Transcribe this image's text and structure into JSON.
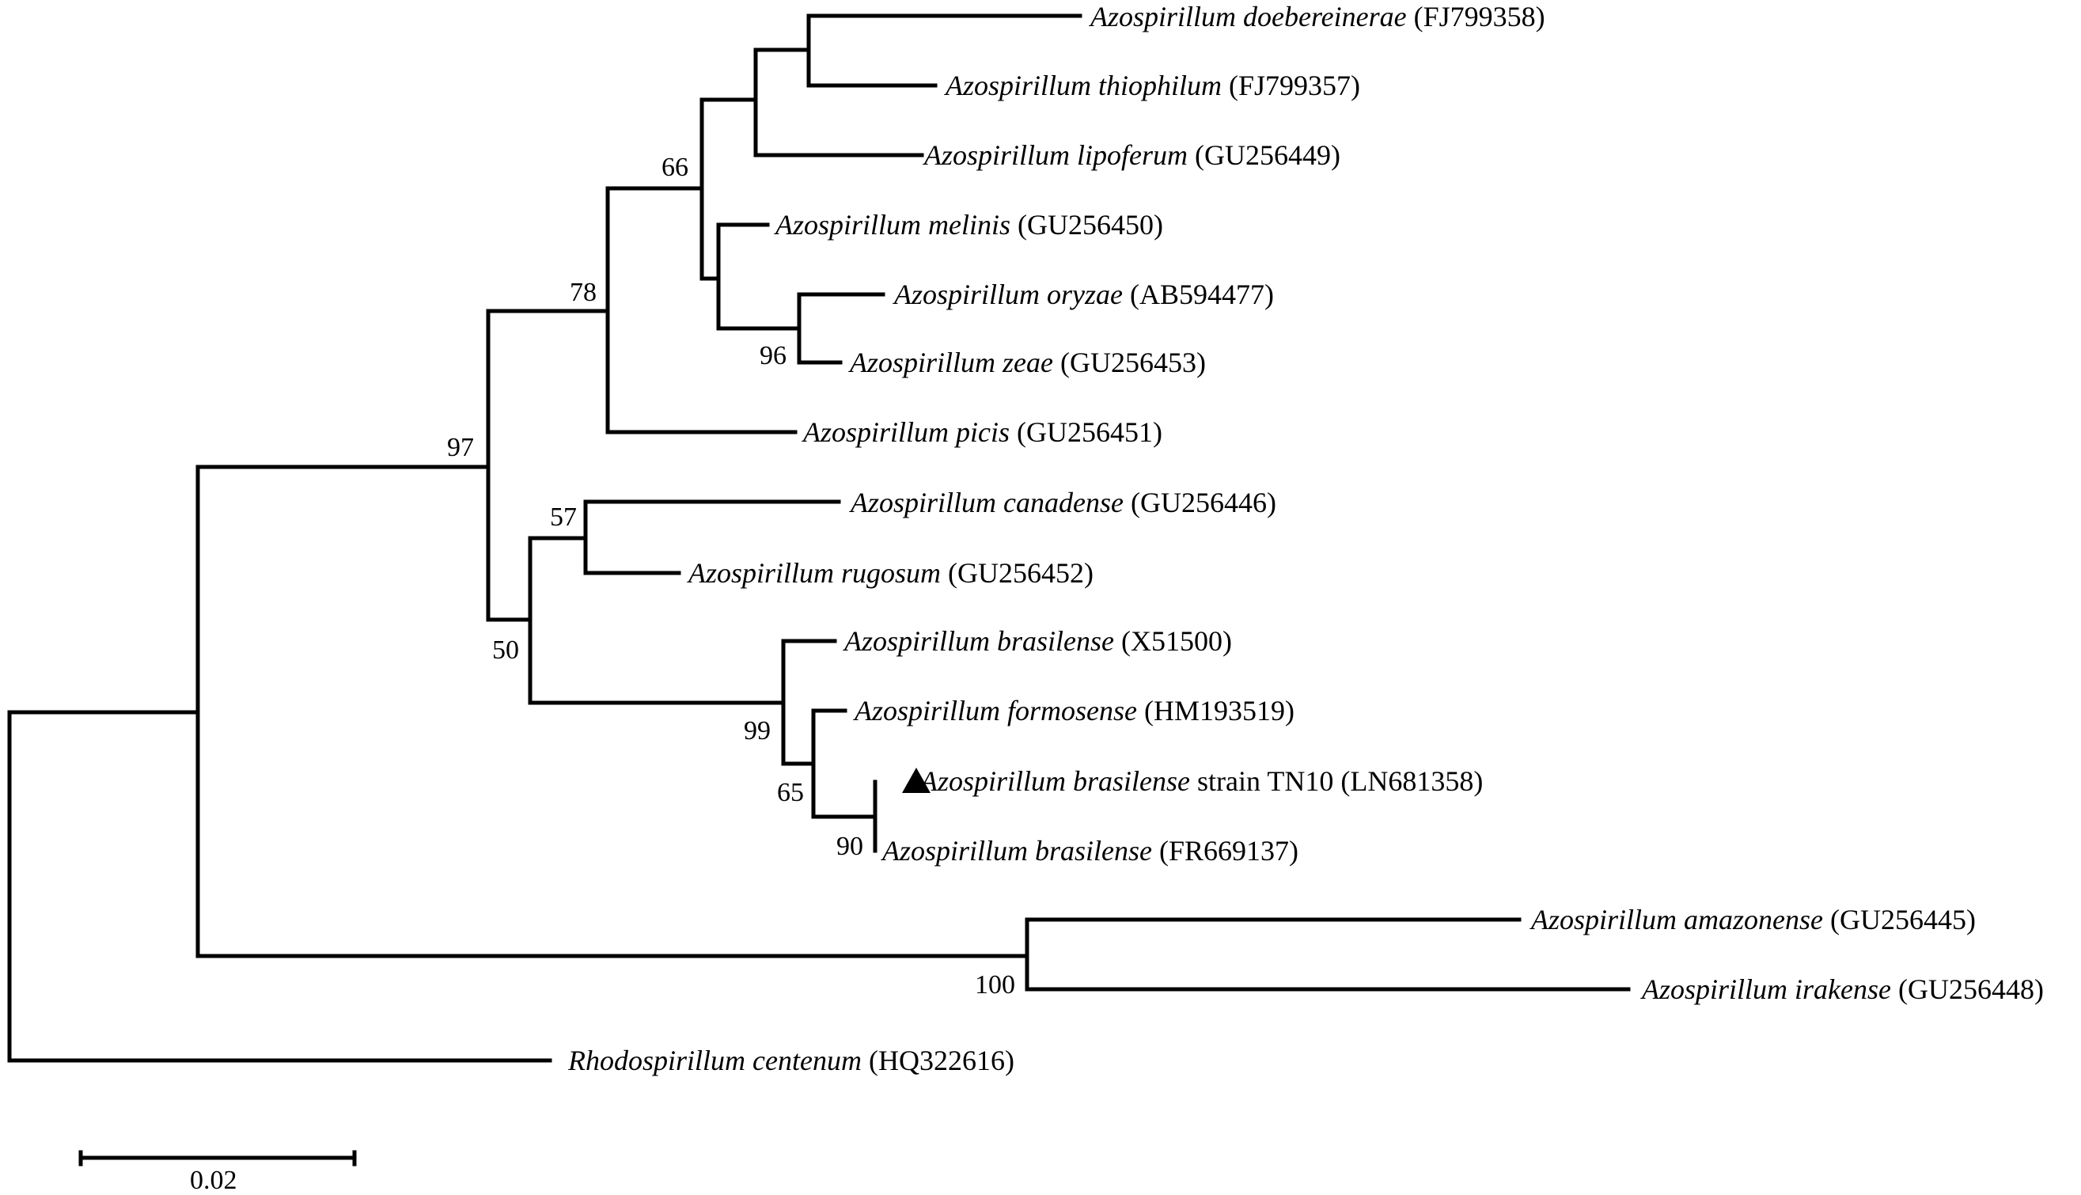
{
  "taxa": [
    {
      "id": "doebereinerae",
      "species": "Azospirillum doebereinerae",
      "accession": "(FJ799358)"
    },
    {
      "id": "thiophilum",
      "species": "Azospirillum thiophilum",
      "accession": "(FJ799357)"
    },
    {
      "id": "lipoferum",
      "species": "Azospirillum lipoferum",
      "accession": "(GU256449)"
    },
    {
      "id": "melinis",
      "species": "Azospirillum melinis",
      "accession": "(GU256450)"
    },
    {
      "id": "oryzae",
      "species": "Azospirillum oryzae",
      "accession": "(AB594477)"
    },
    {
      "id": "zeae",
      "species": "Azospirillum zeae",
      "accession": "(GU256453)"
    },
    {
      "id": "picis",
      "species": "Azospirillum picis",
      "accession": "(GU256451)"
    },
    {
      "id": "canadense",
      "species": "Azospirillum canadense",
      "accession": "(GU256446)"
    },
    {
      "id": "rugosum",
      "species": "Azospirillum rugosum",
      "accession": "(GU256452)"
    },
    {
      "id": "brasilense-x51500",
      "species": "Azospirillum brasilense",
      "accession": "(X51500)"
    },
    {
      "id": "formosense",
      "species": "Azospirillum formosense",
      "accession": "(HM193519)"
    },
    {
      "id": "tn10",
      "species": "Azospirillum brasilense",
      "strain": "strain TN10",
      "accession": "(LN681358)",
      "marker": "black-triangle"
    },
    {
      "id": "brasilense-fr669137",
      "species": "Azospirillum brasilense",
      "accession": "(FR669137)"
    },
    {
      "id": "amazonense",
      "species": "Azospirillum amazonense",
      "accession": "(GU256445)"
    },
    {
      "id": "irakense",
      "species": "Azospirillum irakense",
      "accession": "(GU256448)"
    },
    {
      "id": "centenum",
      "species": "Rhodospirillum centenum",
      "accession": "(HQ322616)"
    }
  ],
  "bootstrap": {
    "doeb_thio_lipo": "66",
    "big_clade": "78",
    "azo_core": "97",
    "oryzae_zeae": "96",
    "canadense_rugosum": "57",
    "second_clade": "50",
    "brasilense_group": "99",
    "formosense_group": "65",
    "tn10_fr669137": "90",
    "amazonense_irakense": "100"
  },
  "scale_bar": {
    "label": "0.02"
  },
  "colors": {
    "line": "#000000",
    "background": "#ffffff"
  }
}
